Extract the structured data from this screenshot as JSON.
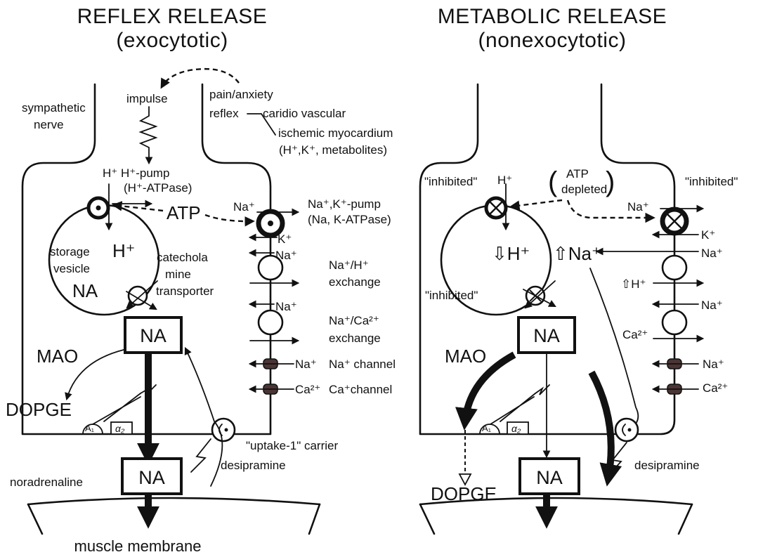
{
  "left": {
    "title": "REFLEX RELEASE",
    "subtitle": "(exocytotic)",
    "sympathetic_nerve": [
      "sympathetic",
      "nerve"
    ],
    "impulse": "impulse",
    "pain_anxiety": "pain/anxiety",
    "reflex": "reflex",
    "cardio_vascular": "caridio vascular",
    "ischemic": "ischemic myocardium",
    "metabolites": "(H⁺,K⁺, metabolites)",
    "h_pump": "H⁺ H⁺-pump",
    "h_atpase": "(H⁺-ATPase)",
    "atp": "ATP",
    "na_top": "Na⁺",
    "nak_pump": "Na⁺,K⁺-pump",
    "nak_atpase": "(Na, K-ATPase)",
    "k": "K⁺",
    "na1": "Na⁺",
    "na_h_exchange": [
      "Na⁺/H⁺",
      "exchange"
    ],
    "na2": "Na⁺",
    "na_ca_exchange": [
      "Na⁺/Ca²⁺",
      "exchange"
    ],
    "na_channel_ion": "Na⁺",
    "na_channel": "Na⁺ channel",
    "ca_channel_ion": "Ca²⁺",
    "ca_channel": "Ca⁺channel",
    "storage_vesicle": [
      "storage",
      "vesicle"
    ],
    "h_plus": "H⁺",
    "na_vesicle": "NA",
    "transporter": [
      "catechola",
      "mine",
      "transporter"
    ],
    "na_box": "NA",
    "mao": "MAO",
    "dopge": "DOPGE",
    "a1": "A₁",
    "a2": "α₂",
    "uptake": "\"uptake-1\" carrier",
    "desipramine": "desipramine",
    "noradrenaline": "noradrenaline",
    "na_box2": "NA",
    "muscle_membrane": "muscle membrane"
  },
  "right": {
    "title": "METABOLIC RELEASE",
    "subtitle": "(nonexocytotic)",
    "inhibited_left": "\"inhibited\"",
    "h_top": "H⁺",
    "atp_depleted": [
      "ATP",
      "depleted"
    ],
    "inhibited_right": "\"inhibited\"",
    "na_top": "Na⁺",
    "k": "K⁺",
    "up_h_vesicle": "⇩H⁺",
    "up_na": "⇧Na⁺",
    "na1": "Na⁺",
    "up_h": "⇧H⁺",
    "inhibited_mid": "\"inhibited\"",
    "na2": "Na⁺",
    "ca_in": "Ca²⁺",
    "na_channel_ion": "Na⁺",
    "ca_channel_ion": "Ca²⁺",
    "na_box": "NA",
    "mao": "MAO",
    "a1": "A₁",
    "a2": "α₂",
    "desipramine": "desipramine",
    "dopge": "DOPGE",
    "na_box2": "NA"
  }
}
